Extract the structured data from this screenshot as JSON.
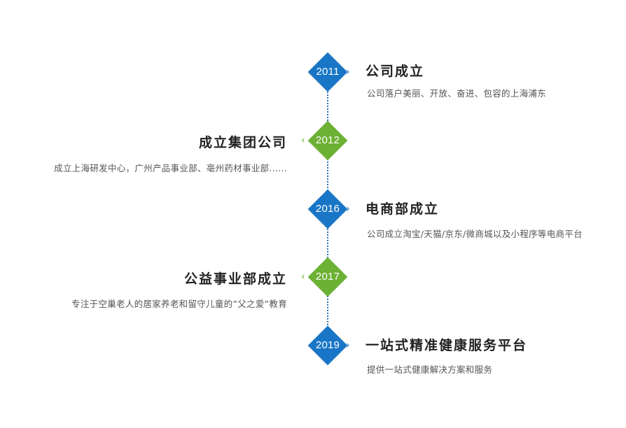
{
  "colors": {
    "blue": "#1976c6",
    "green": "#6cb133",
    "line": "#2f6fb0"
  },
  "timeline": [
    {
      "year": "2011",
      "title": "公司成立",
      "description": "公司落户美丽、开放、奋进、包容的上海浦东",
      "side": "right",
      "color": "blue"
    },
    {
      "year": "2012",
      "title": "成立集团公司",
      "description": "成立上海研发中心，广州产品事业部、亳州药材事业部......",
      "side": "left",
      "color": "green"
    },
    {
      "year": "2016",
      "title": "电商部成立",
      "description": "公司成立淘宝/天猫/京东/微商城以及小程序等电商平台",
      "side": "right",
      "color": "blue"
    },
    {
      "year": "2017",
      "title": "公益事业部成立",
      "description": "专注于空巢老人的居家养老和留守儿童的”父之爱”教育",
      "side": "left",
      "color": "green"
    },
    {
      "year": "2019",
      "title": "一站式精准健康服务平台",
      "description": "提供一站式健康解决方案和服务",
      "side": "right",
      "color": "blue"
    }
  ]
}
